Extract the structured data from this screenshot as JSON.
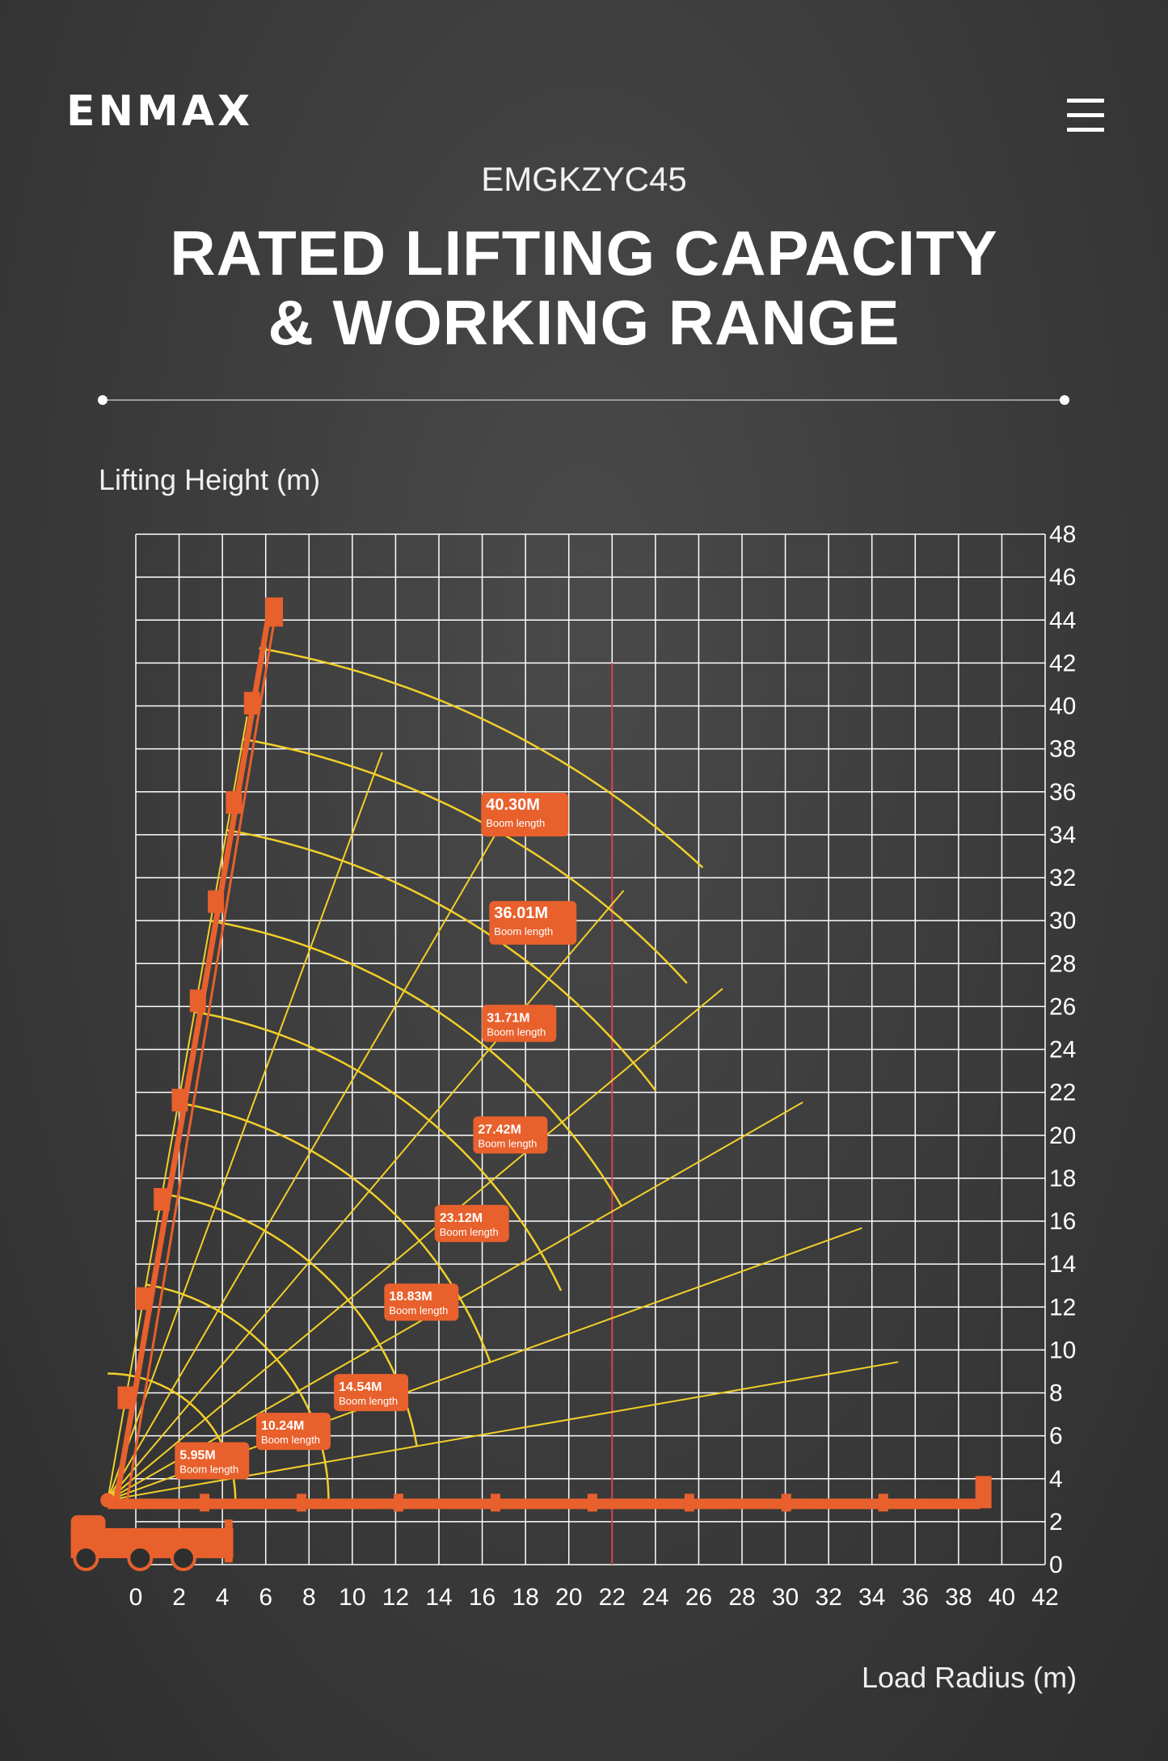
{
  "header": {
    "logo": "ENMAX",
    "model": "EMGKZYC45",
    "title_line1": "RATED LIFTING CAPACITY",
    "title_line2": "& WORKING RANGE"
  },
  "colors": {
    "grid": "#ffffff",
    "boom": "#e8602c",
    "curve": "#f2cf2a",
    "limit_line": "#e0404a",
    "label_bg": "#e8602c"
  },
  "chart_data": {
    "type": "line",
    "title": "",
    "xlabel": "Load Radius (m)",
    "ylabel": "Lifting Height (m)",
    "xlim": [
      0,
      42
    ],
    "ylim": [
      0,
      48
    ],
    "x_ticks": [
      "0",
      "2",
      "4",
      "6",
      "8",
      "10",
      "12",
      "14",
      "16",
      "18",
      "20",
      "22",
      "24",
      "26",
      "28",
      "30",
      "32",
      "34",
      "36",
      "38",
      "40",
      "42"
    ],
    "y_ticks": [
      "0",
      "2",
      "4",
      "6",
      "8",
      "10",
      "12",
      "14",
      "16",
      "18",
      "20",
      "22",
      "24",
      "26",
      "28",
      "30",
      "32",
      "34",
      "36",
      "38",
      "40",
      "42",
      "44",
      "46",
      "48"
    ],
    "grid": true,
    "limit_line_x": 22,
    "pivot": [
      -1.3,
      3.0
    ],
    "booms": [
      {
        "length": "5.95M",
        "sub": "Boom length",
        "tip": [
          4.6,
          3.0
        ],
        "start_angle": 90,
        "end_angle": 0
      },
      {
        "length": "10.24M",
        "sub": "Boom length",
        "tip": [
          8.9,
          3.0
        ],
        "start_angle": 80,
        "end_angle": 0
      },
      {
        "length": "14.54M",
        "sub": "Boom length",
        "tip": [
          13.2,
          3.0
        ],
        "start_angle": 80,
        "end_angle": 10
      },
      {
        "length": "18.83M",
        "sub": "Boom length",
        "tip": [
          17.5,
          3.0
        ],
        "start_angle": 80,
        "end_angle": 20
      },
      {
        "length": "23.12M",
        "sub": "Boom length",
        "tip": [
          21.8,
          3.0
        ],
        "start_angle": 80,
        "end_angle": 25
      },
      {
        "length": "27.42M",
        "sub": "Boom length",
        "tip": [
          26.1,
          3.0
        ],
        "start_angle": 80,
        "end_angle": 30
      },
      {
        "length": "31.71M",
        "sub": "Boom length",
        "tip": [
          30.4,
          3.0
        ],
        "start_angle": 80,
        "end_angle": 37
      },
      {
        "length": "36.01M",
        "sub": "Boom length",
        "tip": [
          34.7,
          3.0
        ],
        "start_angle": 80,
        "end_angle": 42
      },
      {
        "length": "40.30M",
        "sub": "Boom length",
        "tip": [
          39.0,
          3.0
        ],
        "start_angle": 80,
        "end_angle": 47
      }
    ],
    "angle_rays": [
      10,
      20,
      30,
      40,
      50,
      60,
      70,
      80
    ],
    "vertical_boom_tip": [
      6.2,
      44.6
    ]
  }
}
